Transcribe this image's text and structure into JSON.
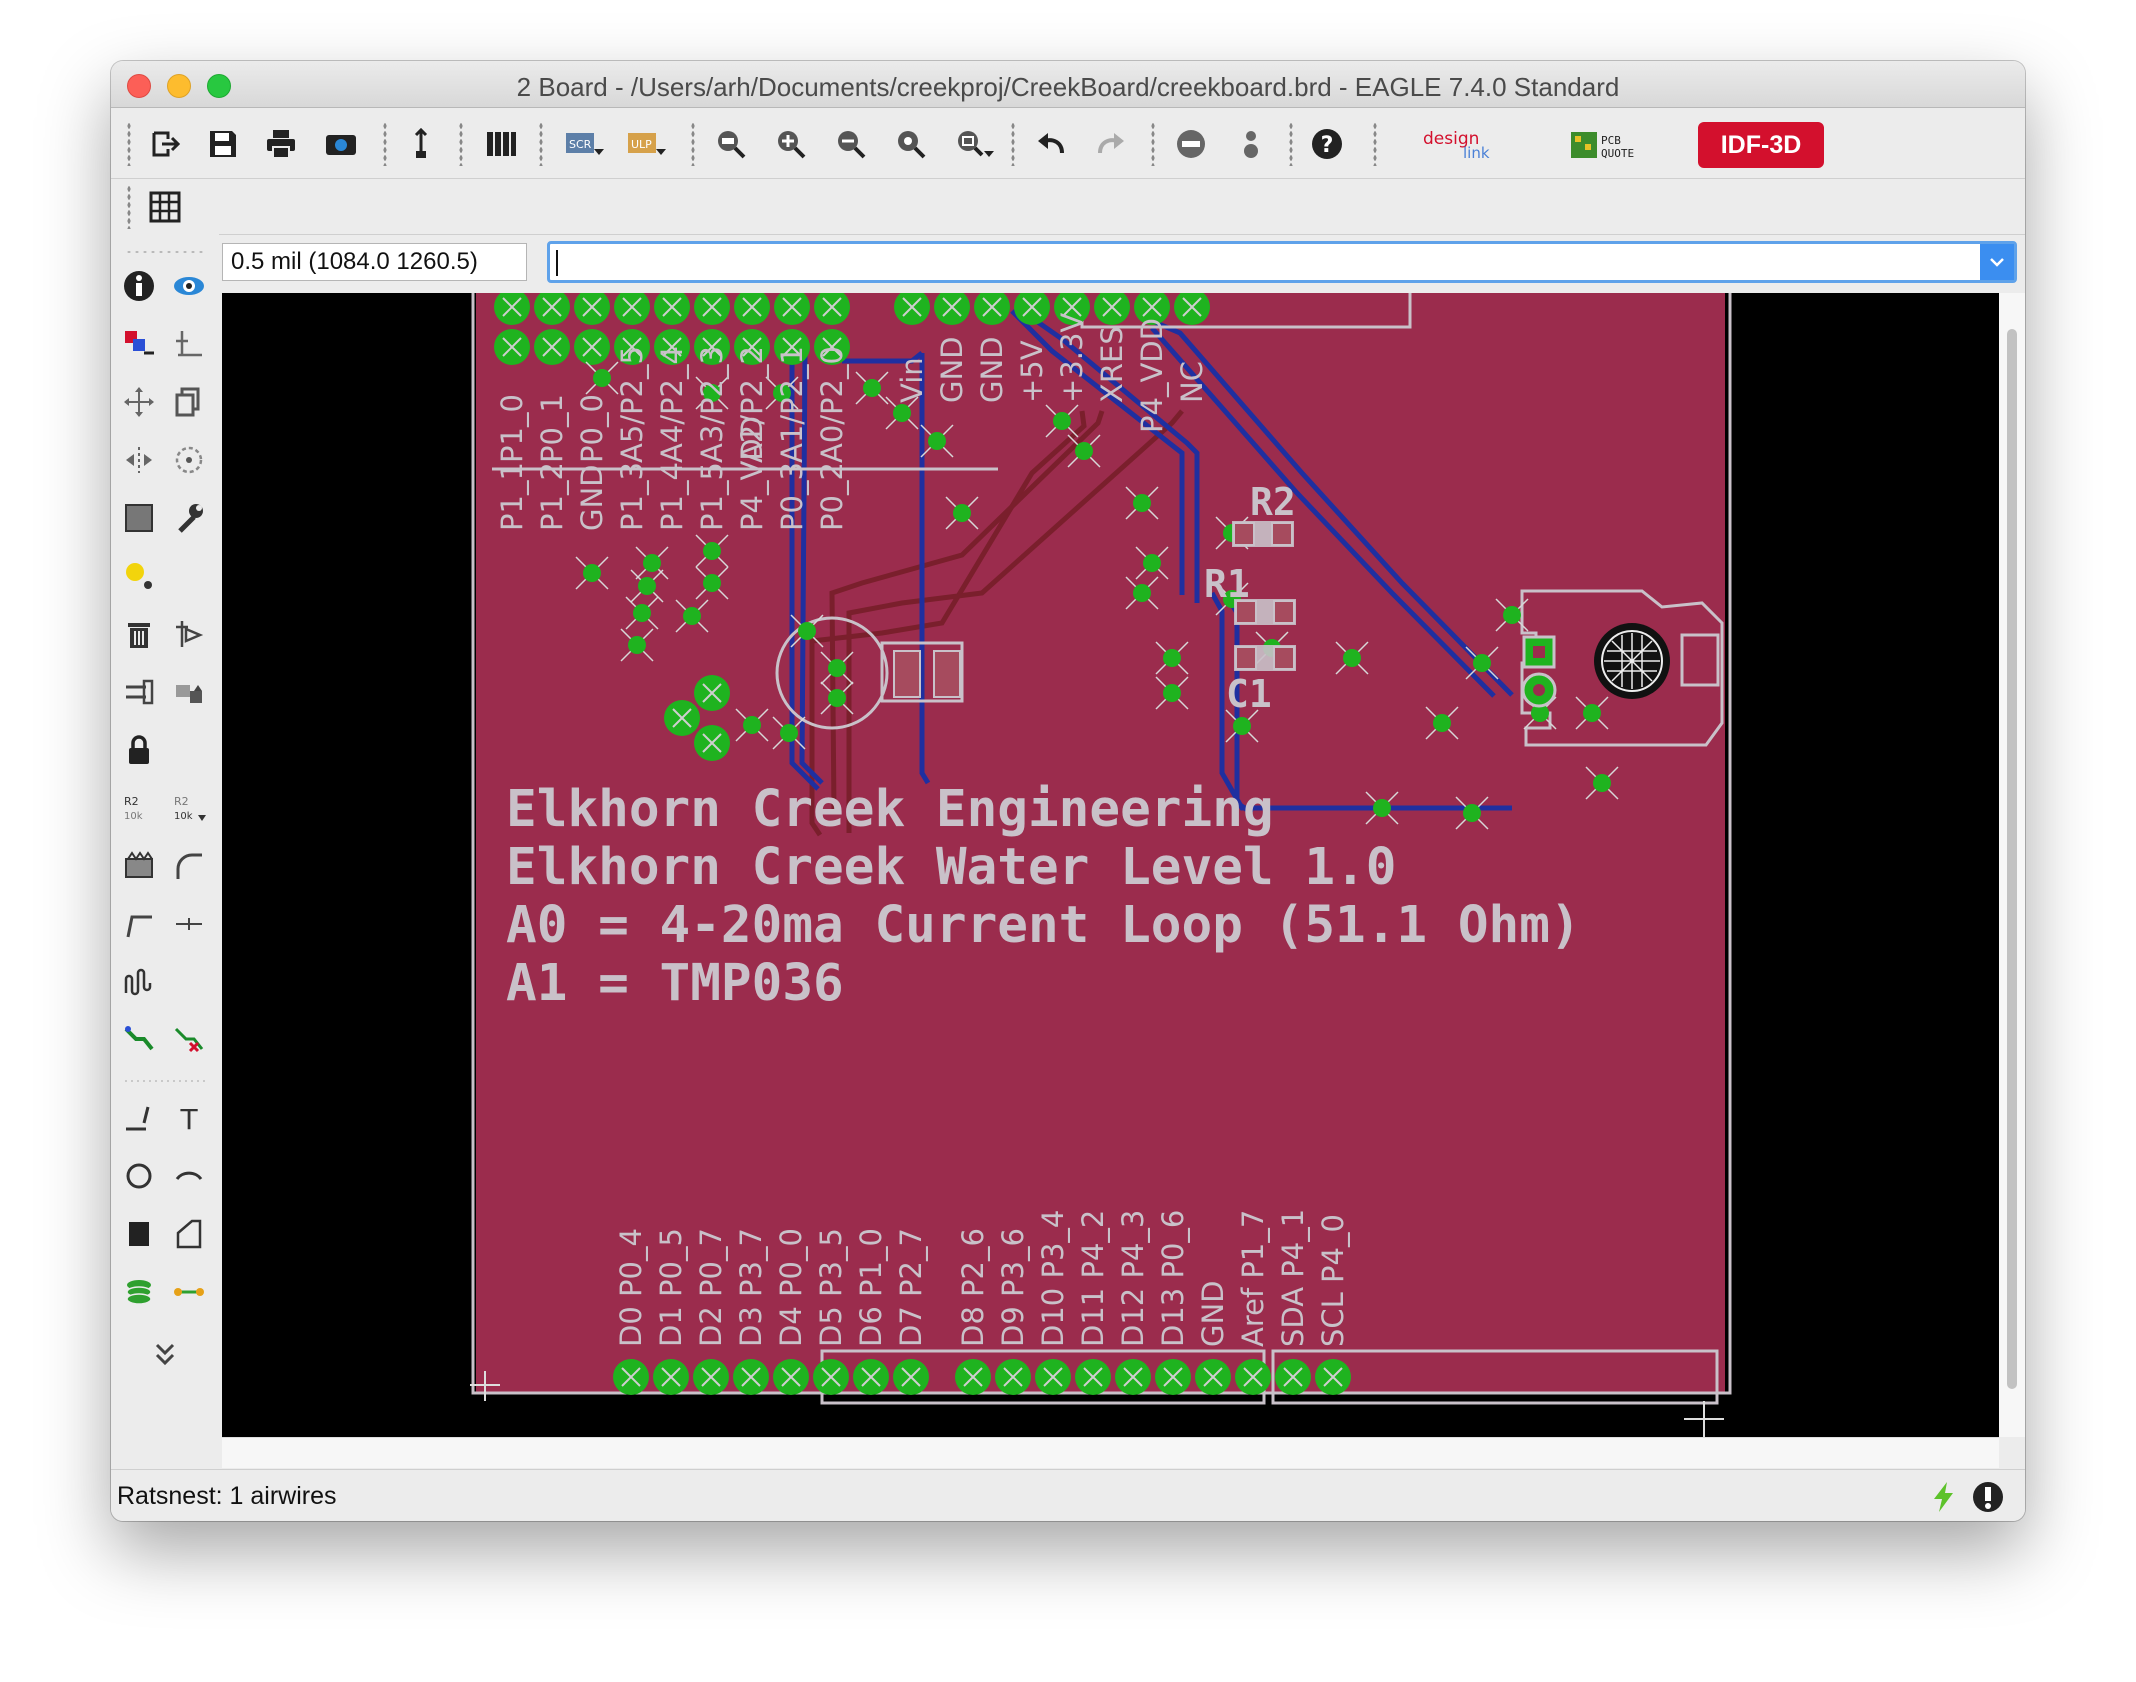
{
  "window": {
    "title": "2 Board - /Users/arh/Documents/creekproj/CreekBoard/creekboard.brd - EAGLE 7.4.0 Standard"
  },
  "toolbar": {
    "idf_label": "IDF-3D",
    "designlink_label": "design link",
    "pcbquote_label": "PCB QUOTE",
    "scr_label": "SCR",
    "ulp_label": "ULP"
  },
  "command": {
    "coordinate": "0.5 mil (1084.0 1260.5)",
    "value": ""
  },
  "board": {
    "header_top_labels": [
      "P1_0",
      "P0_1",
      "P0_0",
      "A5/P2_5",
      "A4/P2_4",
      "A3/P2_3",
      "A2/P2_2",
      "A1/P2_1",
      "A0/P2_0"
    ],
    "header_bottom_labels": [
      "P1_1",
      "P1_2",
      "GND",
      "P1_3",
      "P1_4",
      "P1_5",
      "P4_VDD",
      "P0_3",
      "P0_2"
    ],
    "power_labels": [
      "Vin",
      "GND",
      "GND",
      "+5V",
      "+3.3V",
      "XRES",
      "P4_VDD",
      "NC"
    ],
    "digital_labels": [
      "D0 P0_4",
      "D1 P0_5",
      "D2 P0_7",
      "D3 P3_7",
      "D4 P0_0",
      "D5 P3_5",
      "D6 P1_0",
      "D7 P2_7"
    ],
    "digital2_labels": [
      "D8 P2_6",
      "D9 P3_6",
      "D10 P3_4",
      "D11 P4_2",
      "D12 P4_3",
      "D13 P0_6",
      "GND",
      "Aref P1_7",
      "SDA P4_1",
      "SCL P4_0"
    ],
    "parts": [
      "R2",
      "R1",
      "C1"
    ],
    "silkscreen_text": [
      "Elkhorn Creek Engineering",
      "Elkhorn Creek Water Level 1.0",
      "A0 = 4-20ma Current Loop (51.1 Ohm)",
      "A1 = TMP036"
    ]
  },
  "status": {
    "text": "Ratsnest: 1 airwires"
  },
  "colors": {
    "board": "#9b2c4d",
    "pad": "#1fb31f",
    "top_trace": "#7a1f2c",
    "bottom_trace": "#1f2fa0",
    "silk": "#c9c1c9",
    "accent_red": "#d3102d"
  }
}
